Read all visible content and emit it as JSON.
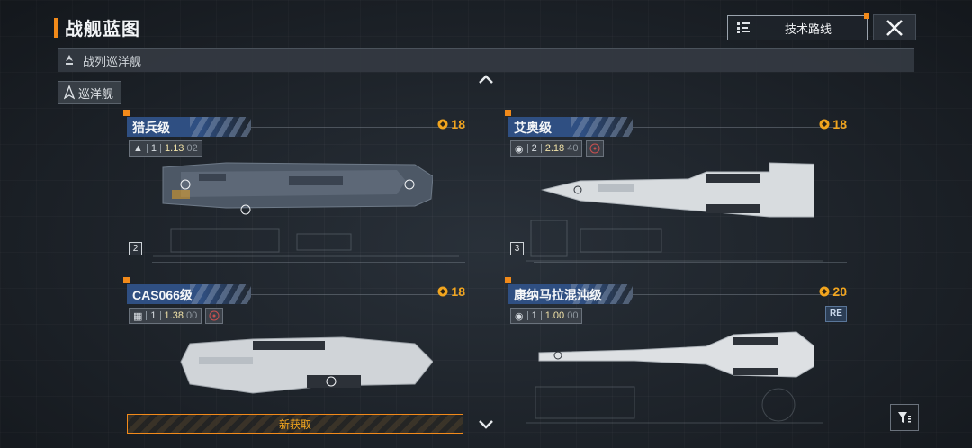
{
  "header": {
    "title": "战舰蓝图",
    "tech_route_label": "技术路线"
  },
  "category": {
    "label": "战列巡洋舰"
  },
  "subcategory": {
    "label": "巡洋舰"
  },
  "banner": {
    "label": "新获取"
  },
  "colors": {
    "accent": "#f28a1a",
    "cost": "#f2a51e",
    "name_bar": "#2f4f82",
    "background": "#1f252c"
  },
  "cards": [
    {
      "name": "猎兵级",
      "cost": "18",
      "tier": "2",
      "stat_a": "1",
      "stat_b": "1.13",
      "stat_c": "02",
      "icons": [
        "cannon-icon"
      ],
      "extra": false,
      "re": false
    },
    {
      "name": "艾奥级",
      "cost": "18",
      "tier": "3",
      "stat_a": "2",
      "stat_b": "2.18",
      "stat_c": "40",
      "icons": [
        "drone-icon"
      ],
      "extra": true,
      "re": false
    },
    {
      "name": "CAS066级",
      "cost": "18",
      "tier": "",
      "stat_a": "1",
      "stat_b": "1.38",
      "stat_c": "00",
      "icons": [
        "grid-icon"
      ],
      "extra": true,
      "re": false
    },
    {
      "name": "康纳马拉混沌级",
      "cost": "20",
      "tier": "",
      "stat_a": "1",
      "stat_b": "1.00",
      "stat_c": "00",
      "icons": [
        "drone-icon"
      ],
      "extra": false,
      "re": true,
      "re_label": "RE"
    }
  ]
}
